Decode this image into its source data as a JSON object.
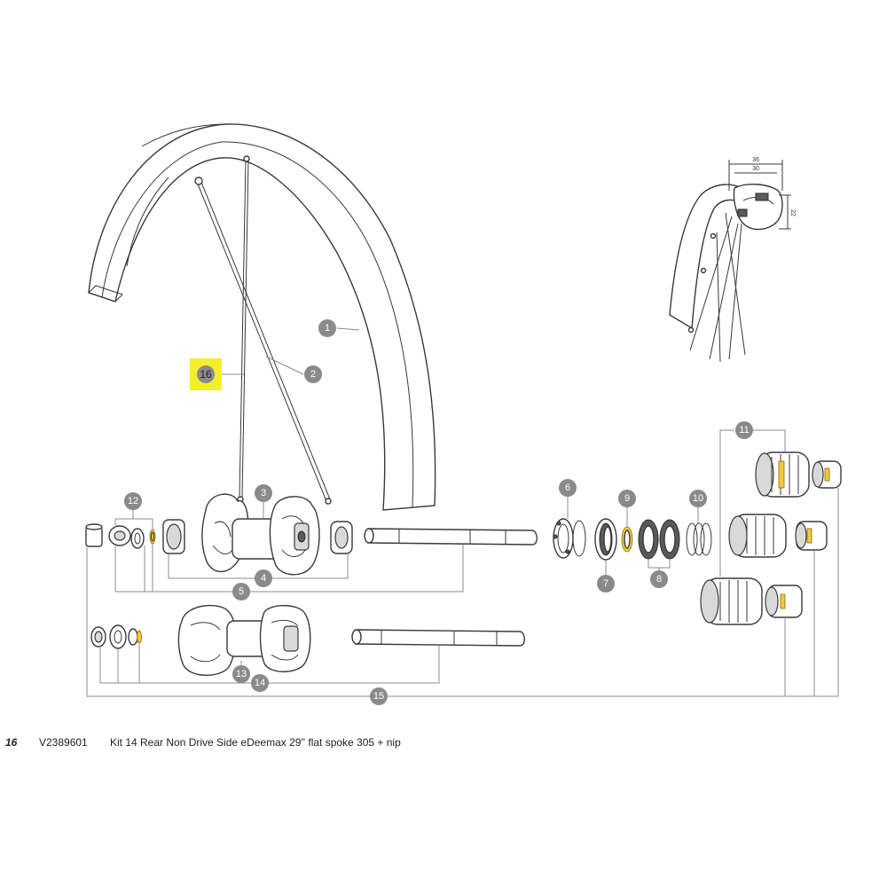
{
  "callouts": [
    {
      "id": "1",
      "label": "1"
    },
    {
      "id": "2",
      "label": "2"
    },
    {
      "id": "3",
      "label": "3"
    },
    {
      "id": "4",
      "label": "4"
    },
    {
      "id": "5",
      "label": "5"
    },
    {
      "id": "6",
      "label": "6"
    },
    {
      "id": "7",
      "label": "7"
    },
    {
      "id": "8",
      "label": "8"
    },
    {
      "id": "9",
      "label": "9"
    },
    {
      "id": "10",
      "label": "10"
    },
    {
      "id": "11",
      "label": "11"
    },
    {
      "id": "12",
      "label": "12"
    },
    {
      "id": "13",
      "label": "13"
    },
    {
      "id": "14",
      "label": "14"
    },
    {
      "id": "15",
      "label": "15"
    }
  ],
  "highlight": {
    "label": "16",
    "color": "#f5ee2f"
  },
  "dimensions": {
    "outer": "36",
    "inner": "30",
    "height": "22"
  },
  "part": {
    "number": "16",
    "reference": "V2389601",
    "description": "Kit 14 Rear Non Drive Side eDeemax 29'' flat spoke 305 + nip"
  },
  "colors": {
    "callout": "#8a8a8a",
    "accent_yellow": "#f3c83a"
  }
}
